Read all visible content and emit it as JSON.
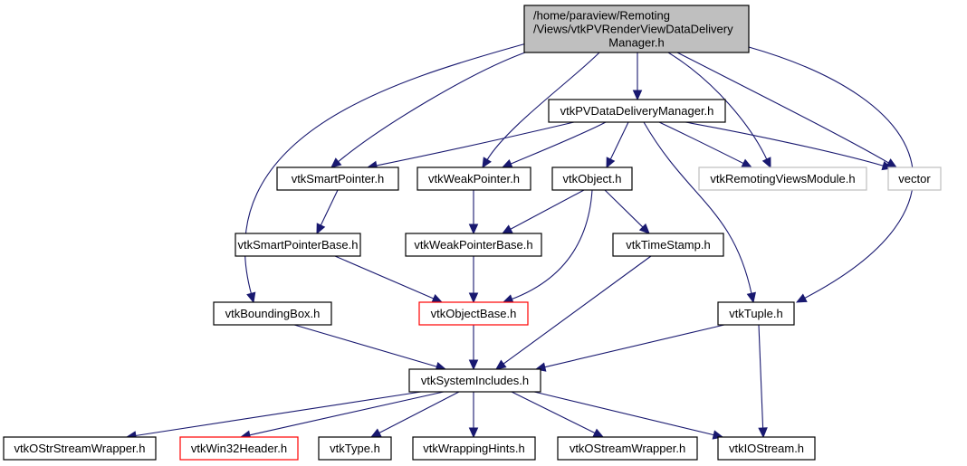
{
  "diagram": {
    "type": "include-dependency-graph",
    "colors": {
      "edge": "#191970",
      "root_fill": "#bfbfbf",
      "normal_border": "#000000",
      "truncated_border": "#ff0000",
      "external_border": "#bfbfbf"
    },
    "nodes": [
      {
        "id": "root",
        "lines": [
          "/home/paraview/Remoting",
          "/Views/vtkPVRenderViewDataDelivery",
          "Manager.h"
        ],
        "style": "root"
      },
      {
        "id": "pvddm",
        "lines": [
          "vtkPVDataDeliveryManager.h"
        ],
        "style": "normal"
      },
      {
        "id": "smartptr",
        "lines": [
          "vtkSmartPointer.h"
        ],
        "style": "normal"
      },
      {
        "id": "weakptr",
        "lines": [
          "vtkWeakPointer.h"
        ],
        "style": "normal"
      },
      {
        "id": "object",
        "lines": [
          "vtkObject.h"
        ],
        "style": "normal"
      },
      {
        "id": "rvmodule",
        "lines": [
          "vtkRemotingViewsModule.h"
        ],
        "style": "external"
      },
      {
        "id": "vector",
        "lines": [
          "vector"
        ],
        "style": "external"
      },
      {
        "id": "smartptrbase",
        "lines": [
          "vtkSmartPointerBase.h"
        ],
        "style": "normal"
      },
      {
        "id": "weakptrbase",
        "lines": [
          "vtkWeakPointerBase.h"
        ],
        "style": "normal"
      },
      {
        "id": "timestamp",
        "lines": [
          "vtkTimeStamp.h"
        ],
        "style": "normal"
      },
      {
        "id": "bbox",
        "lines": [
          "vtkBoundingBox.h"
        ],
        "style": "normal"
      },
      {
        "id": "objectbase",
        "lines": [
          "vtkObjectBase.h"
        ],
        "style": "truncated"
      },
      {
        "id": "tuple",
        "lines": [
          "vtkTuple.h"
        ],
        "style": "normal"
      },
      {
        "id": "sysincl",
        "lines": [
          "vtkSystemIncludes.h"
        ],
        "style": "normal"
      },
      {
        "id": "ostrstream",
        "lines": [
          "vtkOStrStreamWrapper.h"
        ],
        "style": "normal"
      },
      {
        "id": "win32",
        "lines": [
          "vtkWin32Header.h"
        ],
        "style": "truncated"
      },
      {
        "id": "type",
        "lines": [
          "vtkType.h"
        ],
        "style": "normal"
      },
      {
        "id": "wrapping",
        "lines": [
          "vtkWrappingHints.h"
        ],
        "style": "normal"
      },
      {
        "id": "ostream",
        "lines": [
          "vtkOStreamWrapper.h"
        ],
        "style": "normal"
      },
      {
        "id": "iostream",
        "lines": [
          "vtkIOStream.h"
        ],
        "style": "normal"
      }
    ],
    "edges": [
      {
        "from": "root",
        "to": "pvddm"
      },
      {
        "from": "root",
        "to": "smartptr"
      },
      {
        "from": "root",
        "to": "weakptr"
      },
      {
        "from": "root",
        "to": "bbox"
      },
      {
        "from": "root",
        "to": "rvmodule"
      },
      {
        "from": "root",
        "to": "vector"
      },
      {
        "from": "root",
        "to": "tuple"
      },
      {
        "from": "pvddm",
        "to": "smartptr"
      },
      {
        "from": "pvddm",
        "to": "weakptr"
      },
      {
        "from": "pvddm",
        "to": "object"
      },
      {
        "from": "pvddm",
        "to": "rvmodule"
      },
      {
        "from": "pvddm",
        "to": "vector"
      },
      {
        "from": "pvddm",
        "to": "tuple"
      },
      {
        "from": "smartptr",
        "to": "smartptrbase"
      },
      {
        "from": "weakptr",
        "to": "weakptrbase"
      },
      {
        "from": "object",
        "to": "weakptrbase"
      },
      {
        "from": "object",
        "to": "objectbase"
      },
      {
        "from": "object",
        "to": "timestamp"
      },
      {
        "from": "smartptrbase",
        "to": "objectbase"
      },
      {
        "from": "weakptrbase",
        "to": "objectbase"
      },
      {
        "from": "timestamp",
        "to": "sysincl"
      },
      {
        "from": "bbox",
        "to": "sysincl"
      },
      {
        "from": "objectbase",
        "to": "sysincl"
      },
      {
        "from": "tuple",
        "to": "sysincl"
      },
      {
        "from": "tuple",
        "to": "iostream"
      },
      {
        "from": "sysincl",
        "to": "ostrstream"
      },
      {
        "from": "sysincl",
        "to": "win32"
      },
      {
        "from": "sysincl",
        "to": "type"
      },
      {
        "from": "sysincl",
        "to": "wrapping"
      },
      {
        "from": "sysincl",
        "to": "ostream"
      },
      {
        "from": "sysincl",
        "to": "iostream"
      }
    ]
  }
}
